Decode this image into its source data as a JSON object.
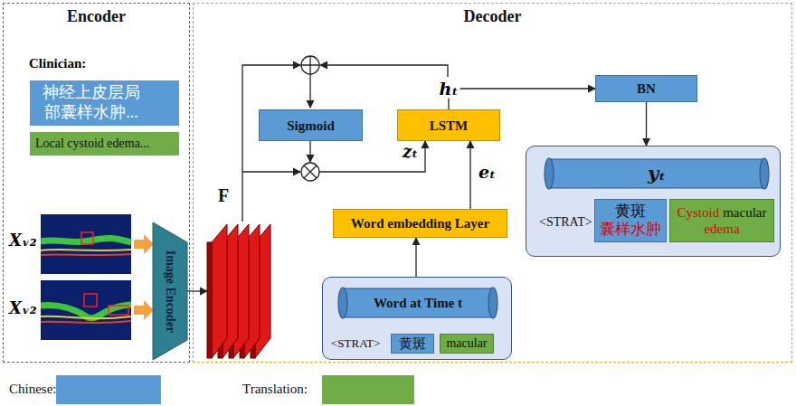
{
  "diagram": {
    "nodes": [
      {
        "text": [
          "Encoder"
        ]
      },
      {
        "text": [
          "神经上皮层局 部囊样水肿..."
        ],
        "in": 0
      },
      {
        "text": [
          "Local cystoid edema..."
        ],
        "in": 0
      },
      {
        "text": [
          "Image Encoder"
        ],
        "in": 0
      },
      {
        "text": [
          "Decoder"
        ]
      },
      {
        "text": [
          "F"
        ],
        "in": 4
      },
      {
        "text": [
          "Sigmoid"
        ],
        "in": 4
      },
      {
        "text": [
          "LSTM"
        ],
        "in": 4
      },
      {
        "text": [
          "BN"
        ],
        "in": 4
      },
      {
        "text": [
          "<STRAT>"
        ],
        "in": 4
      },
      {
        "text": [
          "yₜ"
        ],
        "in": 9
      },
      {
        "text": [
          "黄斑",
          "囊样水肿"
        ],
        "in": 9
      },
      {
        "text": [
          "Cystoid",
          "macular",
          "edema"
        ],
        "in": 9
      },
      {
        "text": [
          "Word embedding Layer"
        ],
        "in": 4
      },
      {
        "text": [
          "<STRAT>"
        ],
        "in": 4
      },
      {
        "text": [
          "Word at Time t"
        ],
        "in": 14
      },
      {
        "text": [
          "黄斑"
        ],
        "in": 14
      },
      {
        "text": [
          "macular"
        ],
        "in": 14
      }
    ],
    "edges": [
      {
        "from": 3,
        "to": 5,
        "arrow": "to"
      },
      {
        "from": 14,
        "to": 13,
        "arrow": "to"
      },
      {
        "from": 13,
        "to": 7,
        "label": "eₜ",
        "arrow": "to"
      },
      {
        "from": 7,
        "to": 8,
        "label": "hₜ",
        "arrow": "to"
      },
      {
        "from": 8,
        "to": 9,
        "arrow": "to"
      }
    ],
    "labels": [
      "Clinician:",
      "Xᵥ₂",
      "Xᵥ₂",
      "zₜ"
    ],
    "legend": [
      {
        "text": "Chinese:",
        "color": "#5b9bd5"
      },
      {
        "text": "Translation:",
        "color": "#70ad47"
      }
    ]
  }
}
